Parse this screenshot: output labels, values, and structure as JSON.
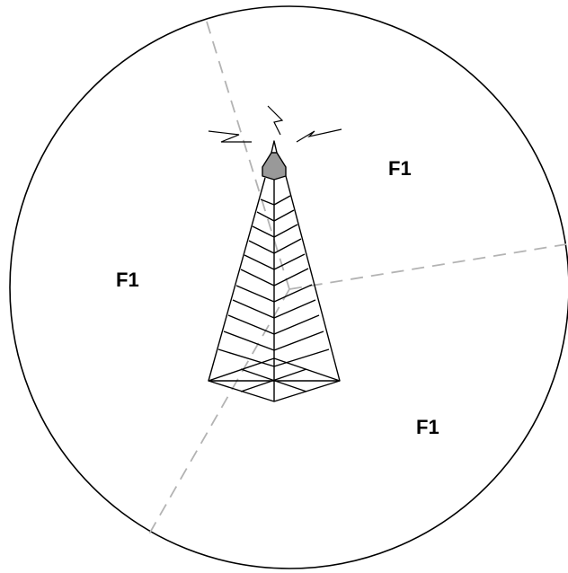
{
  "diagram": {
    "sectors": [
      {
        "label": "F1"
      },
      {
        "label": "F1"
      },
      {
        "label": "F1"
      }
    ],
    "colors": {
      "stroke": "#000000",
      "sector_divider": "#b3b3b3",
      "antenna_fill": "#999999",
      "background": "#ffffff"
    }
  }
}
